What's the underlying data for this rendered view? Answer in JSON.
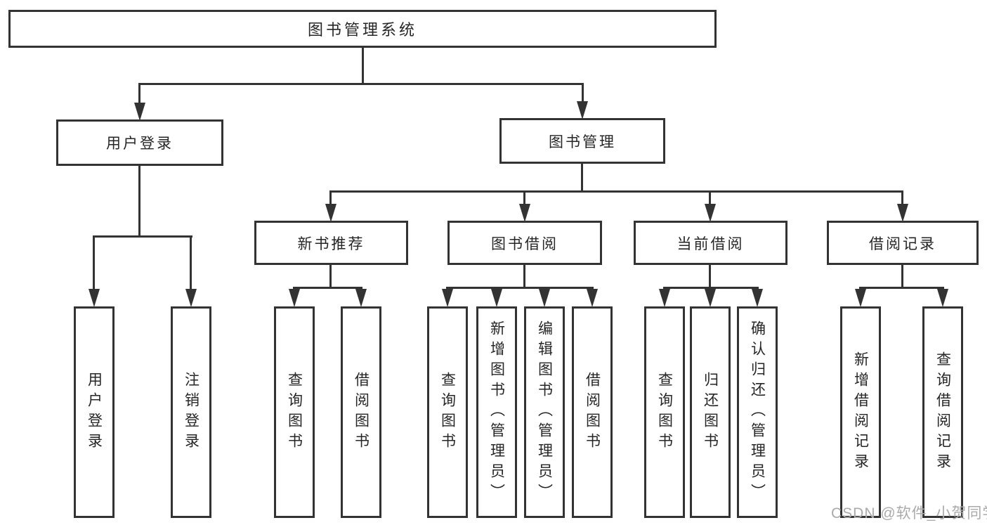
{
  "diagram": {
    "watermark": "CSDN @软件_小贺同学",
    "colors": {
      "line": "#333333",
      "text": "#262626",
      "background": "#ffffff",
      "watermark": "#aaaaaa"
    },
    "tree": {
      "label": "图书管理系统",
      "children": [
        {
          "label": "用户登录",
          "children": [
            {
              "label": "用户登录"
            },
            {
              "label": "注销登录"
            }
          ]
        },
        {
          "label": "图书管理",
          "children": [
            {
              "label": "新书推荐",
              "children": [
                {
                  "label": "查询图书"
                },
                {
                  "label": "借阅图书"
                }
              ]
            },
            {
              "label": "图书借阅",
              "children": [
                {
                  "label": "查询图书"
                },
                {
                  "label": "新增图书（管理员）"
                },
                {
                  "label": "编辑图书（管理员）"
                },
                {
                  "label": "借阅图书"
                }
              ]
            },
            {
              "label": "当前借阅",
              "children": [
                {
                  "label": "查询图书"
                },
                {
                  "label": "归还图书"
                },
                {
                  "label": "确认归还（管理员）"
                }
              ]
            },
            {
              "label": "借阅记录",
              "children": [
                {
                  "label": "新增借阅记录"
                },
                {
                  "label": "查询借阅记录"
                }
              ]
            }
          ]
        }
      ]
    }
  }
}
